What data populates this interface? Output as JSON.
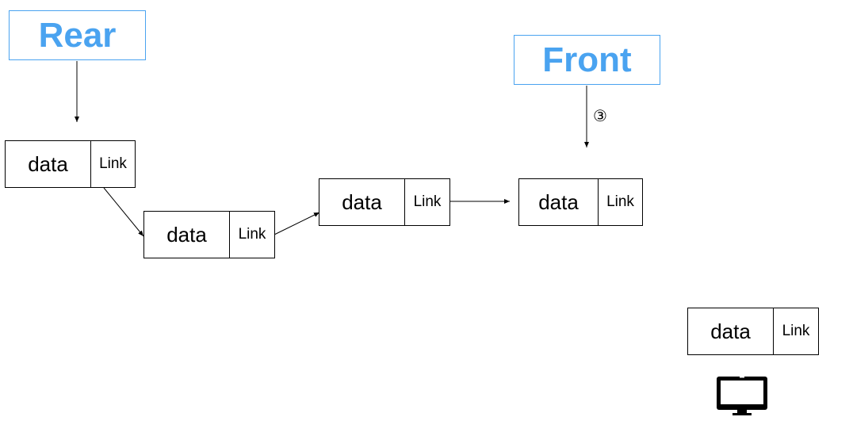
{
  "pointers": {
    "rear": "Rear",
    "front": "Front"
  },
  "nodes": [
    {
      "data": "data",
      "link": "Link"
    },
    {
      "data": "data",
      "link": "Link"
    },
    {
      "data": "data",
      "link": "Link"
    },
    {
      "data": "data",
      "link": "Link"
    },
    {
      "data": "data",
      "link": "Link"
    }
  ],
  "step_marker": "③",
  "icons": {
    "device": "monitor-icon"
  },
  "colors": {
    "pointer_text": "#4aa3f0",
    "pointer_border": "#4aa3f0",
    "lines": "#000000"
  }
}
